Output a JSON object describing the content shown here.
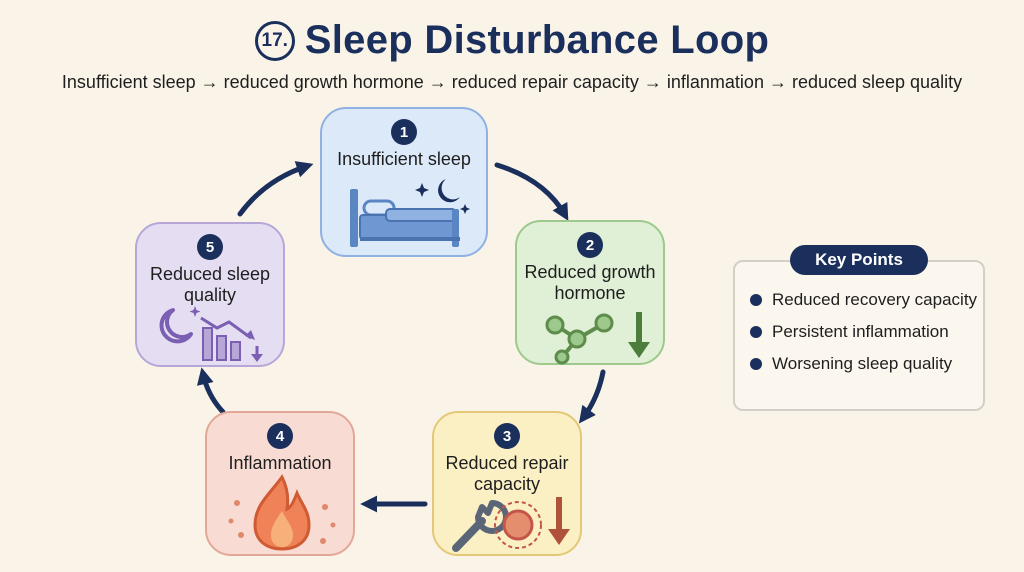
{
  "title": {
    "number": "17.",
    "text": "Sleep Disturbance Loop"
  },
  "subtitle": "Insufficient sleep → reduced growth hormone → reduced repair capacity → inflanmation → reduced sleep quality",
  "colors": {
    "navy": "#1b2f5c",
    "background": "#faf4e8",
    "node1": "#dce9f9",
    "node2": "#dff0d6",
    "node3": "#fbefc4",
    "node4": "#f8dcd4",
    "node5": "#e5def3"
  },
  "cycle": [
    {
      "number": "1",
      "label": "Insufficient sleep",
      "icon": "bed-moon-icon"
    },
    {
      "number": "2",
      "label": "Reduced growth hormone",
      "icon": "molecule-down-arrow-icon"
    },
    {
      "number": "3",
      "label": "Reduced repair capacity",
      "icon": "wrench-cell-down-arrow-icon"
    },
    {
      "number": "4",
      "label": "Inflammation",
      "icon": "flame-icon"
    },
    {
      "number": "5",
      "label": "Reduced sleep quality",
      "icon": "moon-bar-chart-down-icon"
    }
  ],
  "key_points": {
    "title": "Key Points",
    "items": [
      "Reduced recovery capacity",
      "Persistent inflammation",
      "Worsening sleep quality"
    ]
  }
}
